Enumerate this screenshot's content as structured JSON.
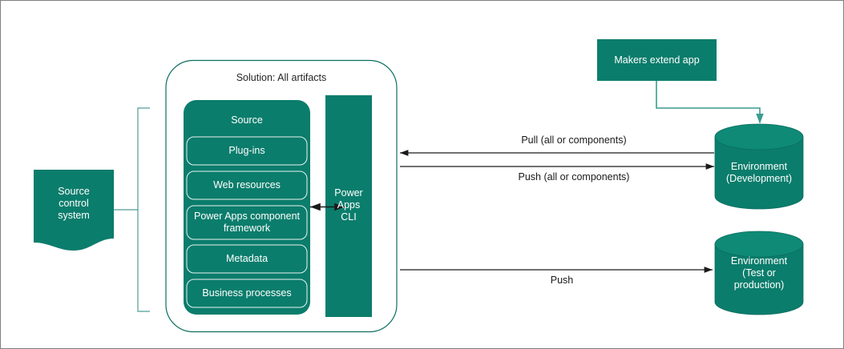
{
  "diagram": {
    "title_shape": {
      "label": "Solution: All artifacts"
    },
    "source_control": {
      "label": "Source\ncontrol\nsystem"
    },
    "source_group": {
      "heading": "Source",
      "items": [
        {
          "label": "Plug-ins"
        },
        {
          "label": "Web resources"
        },
        {
          "label": "Power Apps component\nframework"
        },
        {
          "label": "Metadata"
        },
        {
          "label": "Business processes"
        }
      ]
    },
    "cli": {
      "label": "Power\nApps\nCLI"
    },
    "makers": {
      "label": "Makers extend  app"
    },
    "environments": [
      {
        "label": "Environment\n(Development)"
      },
      {
        "label": "Environment\n(Test or\nproduction)"
      }
    ],
    "connectors": [
      {
        "label": "Pull (all or components)"
      },
      {
        "label": "Push (all or components)"
      },
      {
        "label": "Push"
      }
    ],
    "colors": {
      "teal": "#0b7d6c",
      "teal_stroke": "#0e6e60",
      "cylinder_top": "#0e8a76",
      "arrow_black": "#1a1a1a",
      "frame_gray": "#808080",
      "bracket": "#4f9e94"
    }
  }
}
